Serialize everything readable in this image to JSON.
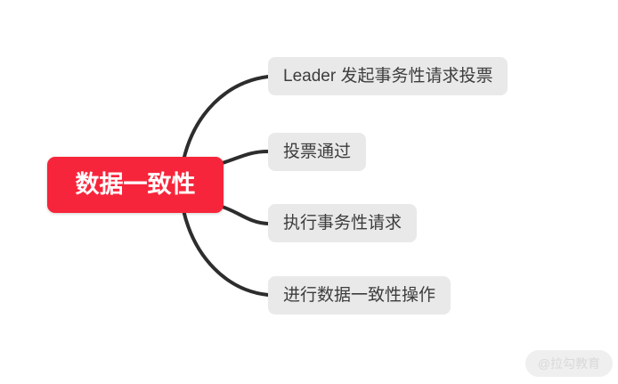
{
  "root": {
    "label": "数据一致性"
  },
  "children": [
    {
      "label": "Leader 发起事务性请求投票"
    },
    {
      "label": "投票通过"
    },
    {
      "label": "执行事务性请求"
    },
    {
      "label": "进行数据一致性操作"
    }
  ],
  "watermark": {
    "label": "@拉勾教育"
  },
  "colors": {
    "accent-red": "#F7253B",
    "node-bg": "#E9E9E9",
    "node-text": "#3D3D3D",
    "root-text": "#FFFFFF",
    "line-color": "#2D2D2D",
    "watermark-bg": "#EFEFEF",
    "watermark-text": "#D9D9D9",
    "canvas-bg": "#FFFFFF"
  }
}
